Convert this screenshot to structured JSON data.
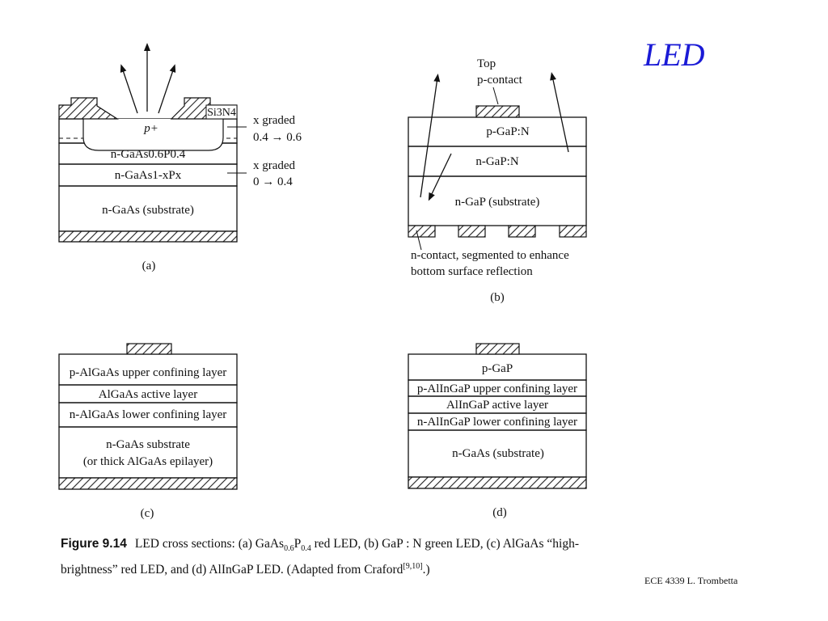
{
  "slide": {
    "title": "LED",
    "footer": "ECE 4339  L. Trombetta"
  },
  "diagram_a": {
    "sub_label": "(a)",
    "si3n4_label": "Si3N4",
    "p_plus_label": "p+",
    "layer_1_label": "n-GaAs0.6P0.4",
    "layer_2_label": "n-GaAs1-xPx",
    "substrate_label": "n-GaAs (substrate)",
    "annot_1_line1": "x graded",
    "annot_1_line2": "0.4 → 0.6",
    "annot_2_line1": "x graded",
    "annot_2_line2": "0 → 0.4"
  },
  "diagram_b": {
    "sub_label": "(b)",
    "top_contact_line1": "Top",
    "top_contact_line2": "p-contact",
    "layer_1_label": "p-GaP:N",
    "layer_2_label": "n-GaP:N",
    "substrate_label": "n-GaP (substrate)",
    "bottom_note_line1": "n-contact, segmented to enhance",
    "bottom_note_line2": "bottom surface reflection"
  },
  "diagram_c": {
    "sub_label": "(c)",
    "layer_1_label": "p-AlGaAs upper confining layer",
    "layer_2_label": "AlGaAs active layer",
    "layer_3_label": "n-AlGaAs lower confining layer",
    "substrate_line1": "n-GaAs substrate",
    "substrate_line2": "(or thick AlGaAs epilayer)"
  },
  "diagram_d": {
    "sub_label": "(d)",
    "layer_1_label": "p-GaP",
    "layer_2_label": "p-AlInGaP upper confining layer",
    "layer_3_label": "AlInGaP active layer",
    "layer_4_label": "n-AlInGaP lower confining layer",
    "substrate_label": "n-GaAs (substrate)"
  },
  "caption": {
    "figure_label": "Figure 9.14",
    "text_1": "LED cross sections: (a) GaAs",
    "sub_1": "0.6",
    "text_2": "P",
    "sub_2": "0.4",
    "text_3": " red LED, (b) GaP : N green LED, (c) AlGaAs “high-brightness” red LED, and (d) AlInGaP LED. (Adapted from Craford",
    "sup_1": "[9,10]",
    "text_4": ".)"
  }
}
